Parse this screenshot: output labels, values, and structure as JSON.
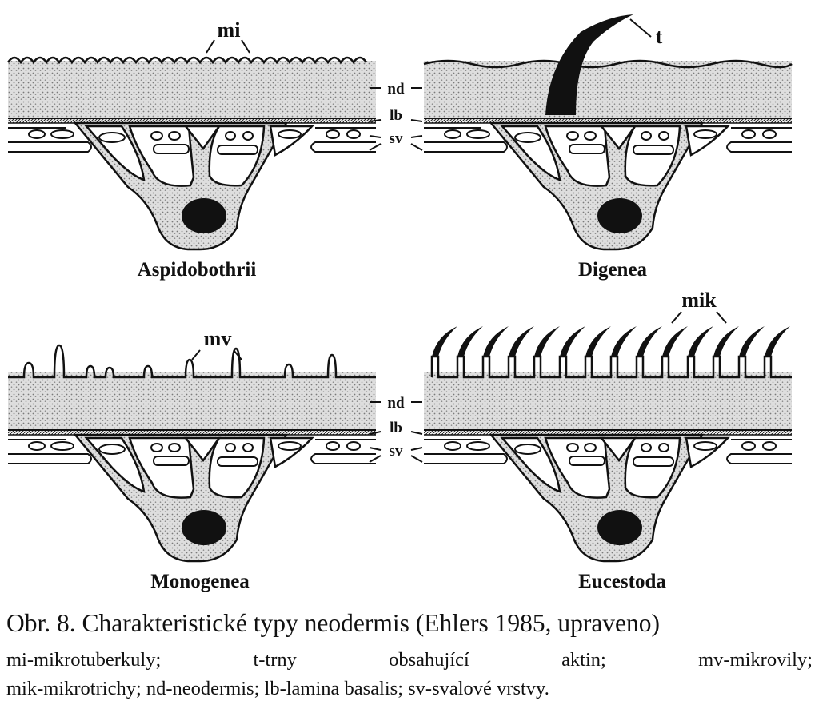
{
  "panels": {
    "aspidobothrii": {
      "title": "Aspidobothrii",
      "label": "mi"
    },
    "digenea": {
      "title": "Digenea",
      "label": "t"
    },
    "monogenea": {
      "title": "Monogenea",
      "label": "mv"
    },
    "eucestoda": {
      "title": "Eucestoda",
      "label": "mik"
    }
  },
  "layer_labels": {
    "nd": "nd",
    "lb": "lb",
    "sv": "sv"
  },
  "caption": {
    "line1": "Obr. 8. Charakteristické typy neodermis (Ehlers 1985, upraveno)",
    "line2_parts": [
      "mi-mikrotuberkuly;",
      "t-trny",
      "obsahující",
      "aktin;",
      "mv-mikrovily;"
    ],
    "line3": "mik-mikrotrichy; nd-neodermis; lb-lamina basalis; sv-svalové vrstvy."
  },
  "colors": {
    "ink": "#111111",
    "stipple": "#cfcfcf",
    "background": "#ffffff"
  }
}
